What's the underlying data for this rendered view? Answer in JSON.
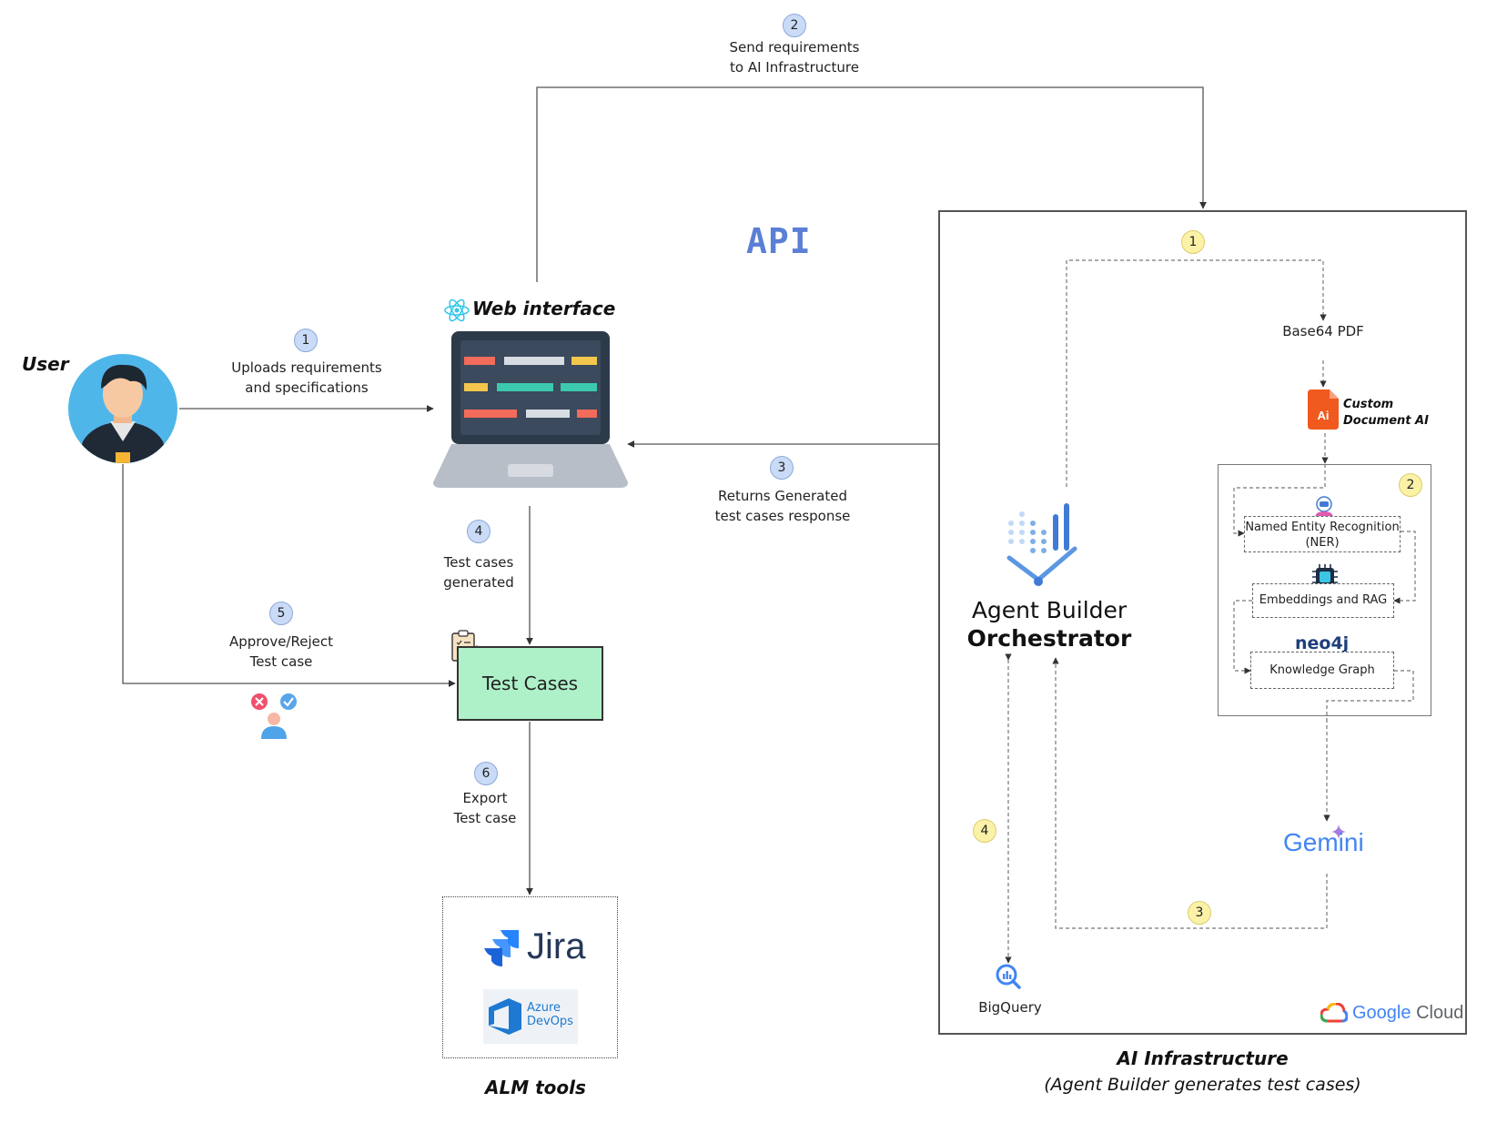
{
  "user": {
    "title": "User"
  },
  "web": {
    "title": "Web interface"
  },
  "api": {
    "label": "API"
  },
  "test_cases": {
    "label": "Test Cases"
  },
  "alm": {
    "title": "ALM tools",
    "jira": "Jira",
    "azure_line1": "Azure",
    "azure_line2": "DevOps"
  },
  "steps": {
    "s1": {
      "n": "1",
      "line1": "Uploads requirements",
      "line2": "and specifications"
    },
    "s2": {
      "n": "2",
      "line1": "Send requirements",
      "line2": "to AI Infrastructure"
    },
    "s3": {
      "n": "3",
      "line1": "Returns Generated",
      "line2": "test cases response"
    },
    "s4": {
      "n": "4",
      "line1": "Test cases",
      "line2": "generated"
    },
    "s5": {
      "n": "5",
      "line1": "Approve/Reject",
      "line2": "Test case"
    },
    "s6": {
      "n": "6",
      "line1": "Export",
      "line2": "Test case"
    }
  },
  "ai": {
    "title": "AI Infrastructure",
    "subtitle": "(Agent Builder generates test cases)",
    "badge1": "1",
    "badge2": "2",
    "badge3": "3",
    "badge4": "4",
    "base64": "Base64 PDF",
    "docai_line1": "Custom",
    "docai_line2": "Document AI",
    "docai_icon": "Ai",
    "ner_line1": "Named Entity Recognition",
    "ner_line2": "(NER)",
    "embeddings": "Embeddings and RAG",
    "neo4j": "neo4j",
    "knowledge": "Knowledge Graph",
    "orch_line1": "Agent Builder",
    "orch_line2": "Orchestrator",
    "gemini": "Gemini",
    "bigquery": "BigQuery",
    "gcloud_google": "Google",
    "gcloud_cloud": "Cloud"
  },
  "colors": {
    "badge_blue": "#c9dbf7",
    "badge_yellow": "#fbf2a8",
    "test_cases_fill": "#aef1c9",
    "api": "#5b7fd6",
    "docai": "#f05a1e",
    "jira": "#2684ff",
    "gemini": "#4285f4"
  }
}
